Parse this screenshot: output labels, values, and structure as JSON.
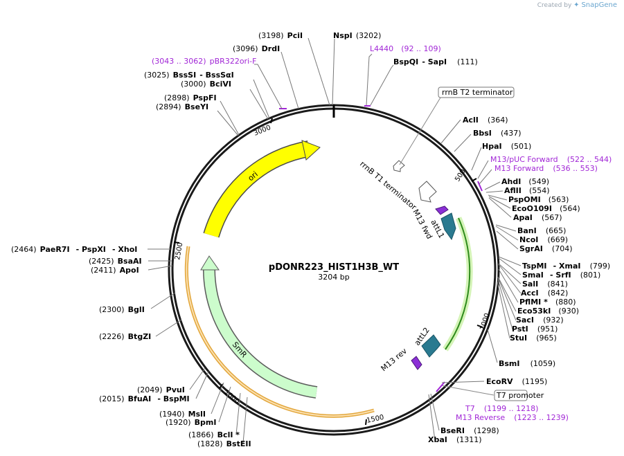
{
  "brand": {
    "created_by": "Created by",
    "app": "SnapGene"
  },
  "plasmid": {
    "name": "pDONR223_HIST1H3B_WT",
    "size": "3204 bp",
    "length": 3204
  },
  "ticks": [
    "500",
    "1000",
    "1500",
    "2000",
    "2500",
    "3000"
  ],
  "features": {
    "ori": "ori",
    "smr": "SmR",
    "rrnb_t1": "rrnB T1 terminator",
    "rrnb_t2": "rrnB T2 terminator",
    "m13_fwd": "M13 fwd",
    "attl1": "attL1",
    "attl2": "attL2",
    "m13_rev": "M13 rev",
    "t7_promoter": "T7 promoter"
  },
  "sites": {
    "pcil_pos": "(3198)",
    "pcil": "PciI",
    "nspi": "NspI",
    "nspi_pos": "(3202)",
    "drdi_pos": "(3096)",
    "drdi": "DrdI",
    "pbr_range": "(3043 .. 3062)",
    "pbr_name": "pBR322ori-F",
    "l4440_name": "L4440",
    "l4440_range": "(92 .. 109)",
    "bssqi": "BspQI",
    "sapi": "- SapI",
    "sapi_pos": "(111)",
    "bsssi_pos": "(3025)",
    "bsssi": "BssSI",
    "bsssai": "- BssSαI",
    "bcivi_pos": "(3000)",
    "bcivi": "BciVI",
    "pspfi_pos": "(2898)",
    "pspfi": "PspFI",
    "bseyi_pos": "(2894)",
    "bseyi": "BseYI",
    "acli": "AclI",
    "acli_pos": "(364)",
    "bbsi": "BbsI",
    "bbsi_pos": "(437)",
    "hpai": "HpaI",
    "hpai_pos": "(501)",
    "m13puc": "M13/pUC Forward",
    "m13puc_range": "(522 .. 544)",
    "m13f": "M13 Forward",
    "m13f_range": "(536 .. 553)",
    "ahdi": "AhdI",
    "ahdi_pos": "(549)",
    "aflii": "AflII",
    "aflii_pos": "(554)",
    "pspomi": "PspOMI",
    "pspomi_pos": "(563)",
    "eco0109i": "EcoO109I",
    "eco0109i_pos": "(564)",
    "apai": "ApaI",
    "apai_pos": "(567)",
    "bani": "BanI",
    "bani_pos": "(665)",
    "ncoi": "NcoI",
    "ncoi_pos": "(669)",
    "sgrai": "SgrAI",
    "sgrai_pos": "(704)",
    "tspmi": "TspMI",
    "xmai": "- XmaI",
    "xmai_pos": "(799)",
    "smai": "SmaI",
    "srfi": "- SrfI",
    "srfi_pos": "(801)",
    "sali": "SalI",
    "sali_pos": "(841)",
    "acci": "AccI",
    "acci_pos": "(842)",
    "pflmi": "PflMI *",
    "pflmi_pos": "(880)",
    "eco53ki": "Eco53kI",
    "eco53ki_pos": "(930)",
    "saci": "SacI",
    "saci_pos": "(932)",
    "psti": "PstI",
    "psti_pos": "(951)",
    "stui": "StuI",
    "stui_pos": "(965)",
    "bsmi": "BsmI",
    "bsmi_pos": "(1059)",
    "ecorv": "EcoRV",
    "ecorv_pos": "(1195)",
    "t7": "T7",
    "t7_range": "(1199 .. 1218)",
    "m13r": "M13 Reverse",
    "m13r_range": "(1223 .. 1239)",
    "bseri": "BseRI",
    "bseri_pos": "(1298)",
    "xbai": "XbaI",
    "xbai_pos": "(1311)",
    "paer7i_pos": "(2464)",
    "paer7i": "PaeR7I",
    "pspxi": "- PspXI",
    "xhoi": "- XhoI",
    "bsaai_pos": "(2425)",
    "bsaai": "BsaAI",
    "apoi_pos": "(2411)",
    "apoi": "ApoI",
    "bgli_pos": "(2300)",
    "bgli": "BglI",
    "btgzi_pos": "(2226)",
    "btgzi": "BtgZI",
    "pvui_pos": "(2049)",
    "pvui": "PvuI",
    "bfuai_pos": "(2015)",
    "bfuai": "BfuAI",
    "bspmi": "- BspMI",
    "msli_pos": "(1940)",
    "msli": "MslI",
    "bpmi_pos": "(1920)",
    "bpmi": "BpmI",
    "bcli_pos": "(1866)",
    "bcli": "BclI *",
    "bsteii_pos": "(1828)",
    "bsteii": "BstEII"
  }
}
